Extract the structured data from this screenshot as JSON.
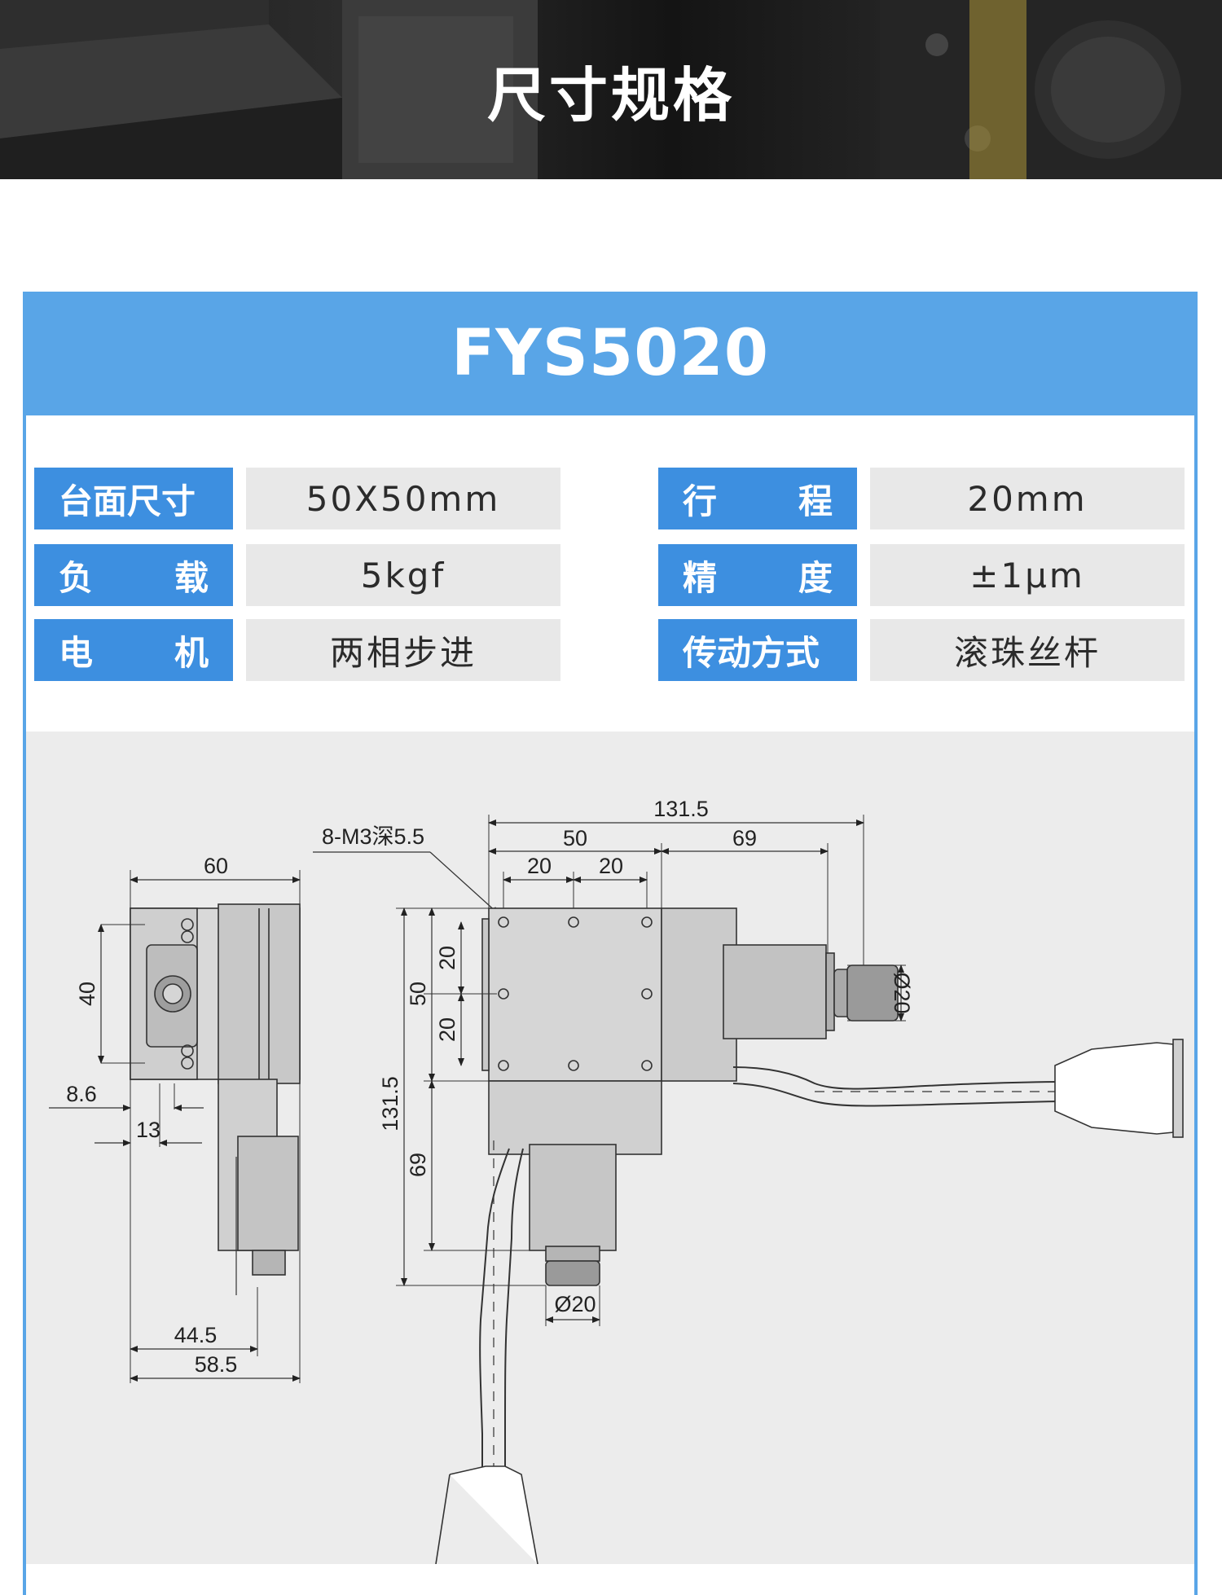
{
  "banner": {
    "title": "尺寸规格"
  },
  "model": "FYS5020",
  "specs": {
    "platform_size": {
      "label": "台面尺寸",
      "value": "50X50mm"
    },
    "travel": {
      "label_a": "行",
      "label_b": "程",
      "value": "20mm"
    },
    "load": {
      "label_a": "负",
      "label_b": "载",
      "value": "5kgf"
    },
    "accuracy": {
      "label_a": "精",
      "label_b": "度",
      "value": "±1μm"
    },
    "motor": {
      "label_a": "电",
      "label_b": "机",
      "value": "两相步进"
    },
    "drive": {
      "label": "传动方式",
      "value": "滚珠丝杆"
    }
  },
  "drawing": {
    "hole_note": "8-M3深5.5",
    "side_view": {
      "width": "60",
      "height": "40",
      "offset_a": "8.6",
      "offset_b": "13",
      "bottom_a": "44.5",
      "bottom_b": "58.5"
    },
    "front_view": {
      "overall": "131.5",
      "table": "50",
      "motor": "69",
      "pitch_a": "20",
      "pitch_b": "20",
      "v_pitch_a": "20",
      "v_pitch_b": "20",
      "v_table": "50",
      "v_overall": "131.5",
      "v_motor": "69",
      "knob_right": "Ø20",
      "knob_bottom": "Ø20"
    }
  }
}
